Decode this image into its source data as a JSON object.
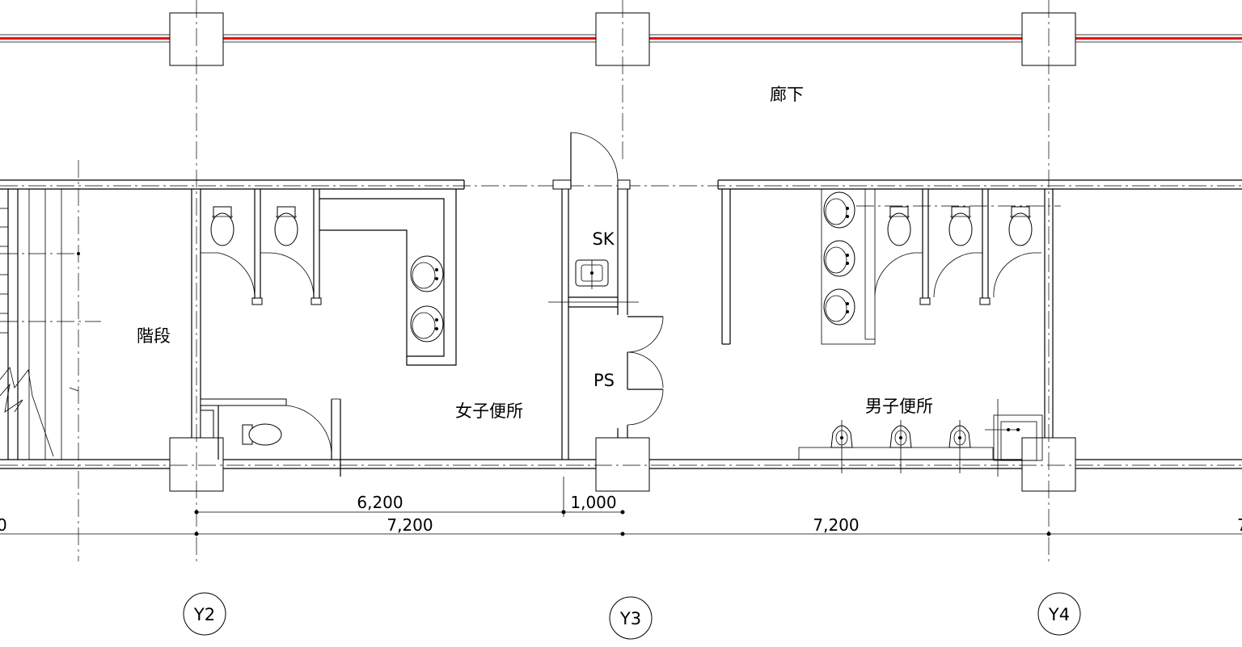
{
  "rooms": {
    "corridor": "廊下",
    "stairs": "階段",
    "womens_toilet": "女子便所",
    "mens_toilet": "男子便所",
    "sk": "SK",
    "ps": "PS"
  },
  "dimensions": {
    "d_6200": "6,200",
    "d_1000": "1,000",
    "d_7200_a": "7,200",
    "d_7200_b": "7,200",
    "left_partial": "0",
    "right_partial": "7"
  },
  "grid": {
    "y2": "Y2",
    "y3": "Y3",
    "y4": "Y4"
  },
  "colors": {
    "line": "#000000",
    "exterior_wall": "#e01818",
    "background": "#ffffff"
  }
}
